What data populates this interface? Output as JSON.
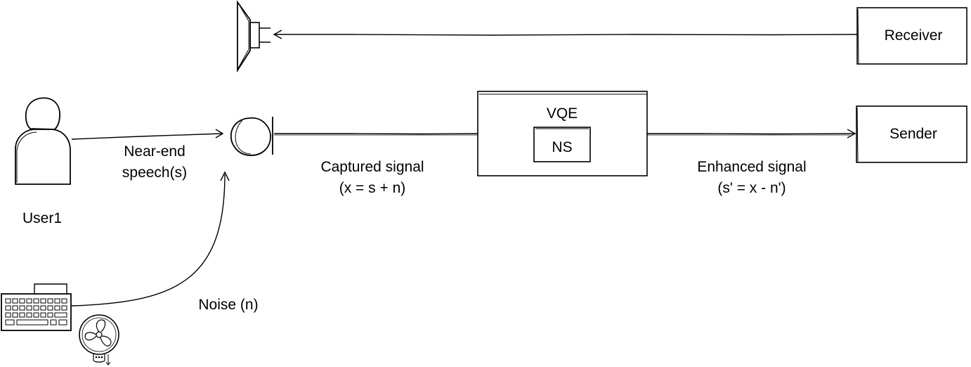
{
  "nodes": {
    "receiver": "Receiver",
    "sender": "Sender",
    "vqe": "VQE",
    "ns": "NS",
    "user": "User1"
  },
  "edges": {
    "near_end_line1": "Near-end",
    "near_end_line2": "speech(s)",
    "captured_line1": "Captured signal",
    "captured_line2": "(x = s + n)",
    "enhanced_line1": "Enhanced signal",
    "enhanced_line2": "(s' = x - n')",
    "noise": "Noise (n)"
  },
  "icons": {
    "speaker": "speaker-icon",
    "microphone": "microphone-icon",
    "user": "user-icon",
    "keyboard": "keyboard-icon",
    "fan": "fan-icon"
  },
  "colors": {
    "stroke": "#000000",
    "background": "#ffffff"
  }
}
